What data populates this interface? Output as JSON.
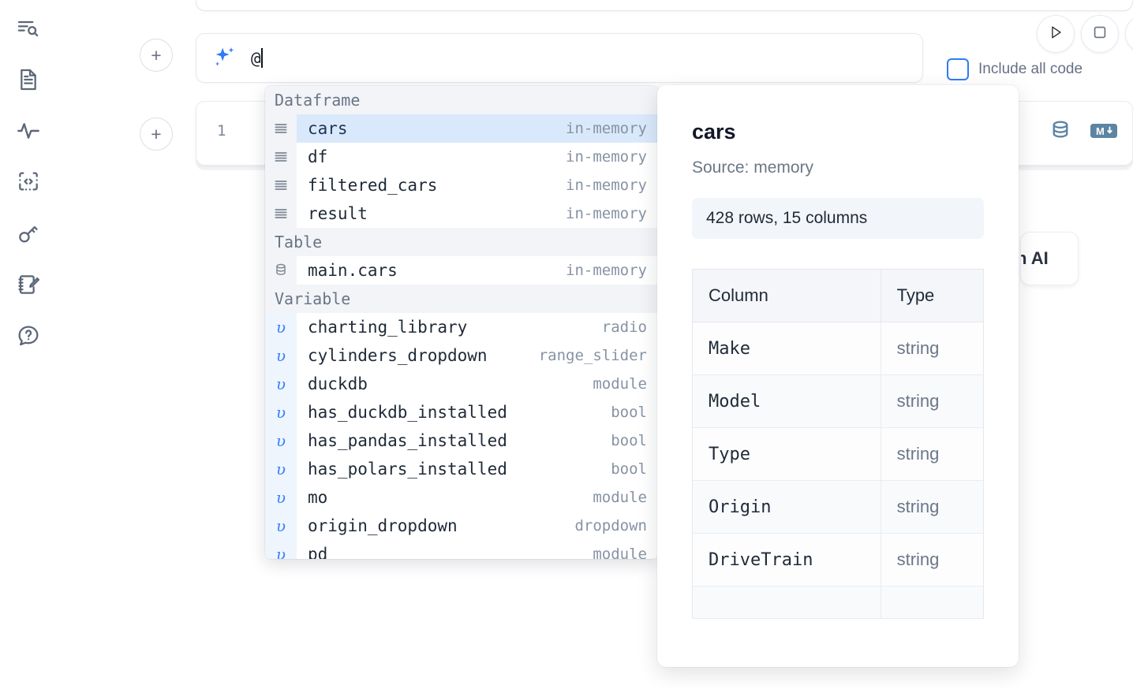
{
  "sidebar": {
    "items": [
      {
        "name": "explore-outline-icon",
        "label": "Outline / search"
      },
      {
        "name": "file-text-icon",
        "label": "Files"
      },
      {
        "name": "activity-icon",
        "label": "Activity"
      },
      {
        "name": "code-brackets-icon",
        "label": "Snippets"
      },
      {
        "name": "key-icon",
        "label": "Secrets"
      },
      {
        "name": "notebook-edit-icon",
        "label": "Scratchpad"
      },
      {
        "name": "help-chat-icon",
        "label": "Help"
      }
    ]
  },
  "toolbar": {
    "add_cell_label": "+",
    "run_label": "Run",
    "stop_label": "Stop",
    "more_label": "More"
  },
  "ai_prompt": {
    "icon": "sparkles-icon",
    "value": "@",
    "placeholder": "",
    "include_all_code_label": "Include all code",
    "include_all_code_checked": false,
    "accent_color": "#2f7cf6"
  },
  "cell": {
    "line_number": "1",
    "icons": [
      {
        "name": "database-icon",
        "label": "SQL cell"
      },
      {
        "name": "markdown-icon",
        "label": "M↓"
      }
    ]
  },
  "ai_ghost_button": {
    "label": "h AI"
  },
  "autocomplete": {
    "groups": [
      {
        "title": "Dataframe",
        "items": [
          {
            "icon": "dataframe-icon",
            "label": "cars",
            "meta": "in-memory",
            "selected": true
          },
          {
            "icon": "dataframe-icon",
            "label": "df",
            "meta": "in-memory",
            "selected": false
          },
          {
            "icon": "dataframe-icon",
            "label": "filtered_cars",
            "meta": "in-memory",
            "selected": false
          },
          {
            "icon": "dataframe-icon",
            "label": "result",
            "meta": "in-memory",
            "selected": false
          }
        ]
      },
      {
        "title": "Table",
        "items": [
          {
            "icon": "table-db-icon",
            "label": "main.cars",
            "meta": "in-memory",
            "selected": false
          }
        ]
      },
      {
        "title": "Variable",
        "items": [
          {
            "icon": "variable-icon",
            "label": "charting_library",
            "meta": "radio",
            "selected": false
          },
          {
            "icon": "variable-icon",
            "label": "cylinders_dropdown",
            "meta": "range_slider",
            "selected": false
          },
          {
            "icon": "variable-icon",
            "label": "duckdb",
            "meta": "module",
            "selected": false
          },
          {
            "icon": "variable-icon",
            "label": "has_duckdb_installed",
            "meta": "bool",
            "selected": false
          },
          {
            "icon": "variable-icon",
            "label": "has_pandas_installed",
            "meta": "bool",
            "selected": false
          },
          {
            "icon": "variable-icon",
            "label": "has_polars_installed",
            "meta": "bool",
            "selected": false
          },
          {
            "icon": "variable-icon",
            "label": "mo",
            "meta": "module",
            "selected": false
          },
          {
            "icon": "variable-icon",
            "label": "origin_dropdown",
            "meta": "dropdown",
            "selected": false
          },
          {
            "icon": "variable-icon",
            "label": "pd",
            "meta": "module",
            "selected": false
          }
        ]
      }
    ]
  },
  "detail": {
    "title": "cars",
    "source": "Source: memory",
    "stats": "428 rows, 15 columns",
    "table": {
      "headers": [
        "Column",
        "Type"
      ],
      "rows": [
        [
          "Make",
          "string"
        ],
        [
          "Model",
          "string"
        ],
        [
          "Type",
          "string"
        ],
        [
          "Origin",
          "string"
        ],
        [
          "DriveTrain",
          "string"
        ],
        [
          "",
          ""
        ]
      ]
    }
  }
}
